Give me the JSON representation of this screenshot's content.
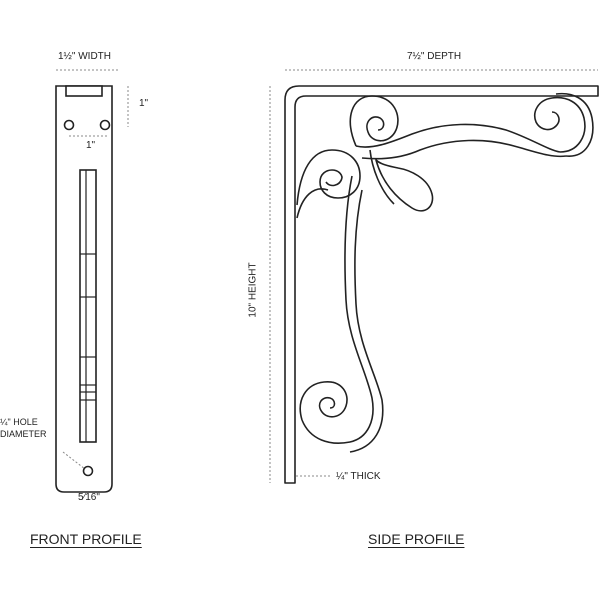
{
  "front_profile": {
    "title": "FRONT PROFILE",
    "width_label": "1½\" WIDTH",
    "top_height_label": "1\"",
    "hole_spacing_label": "1\"",
    "hole_label_line1": "¼\" HOLE",
    "hole_label_line2": "DIAMETER",
    "bottom_offset_label": "5⁄16\""
  },
  "side_profile": {
    "title": "SIDE PROFILE",
    "depth_label": "7½\" DEPTH",
    "height_label": "10\" HEIGHT",
    "thickness_label": "¼\" THICK"
  },
  "colors": {
    "line": "#222222",
    "dim_line": "#888888",
    "background": "#ffffff"
  }
}
